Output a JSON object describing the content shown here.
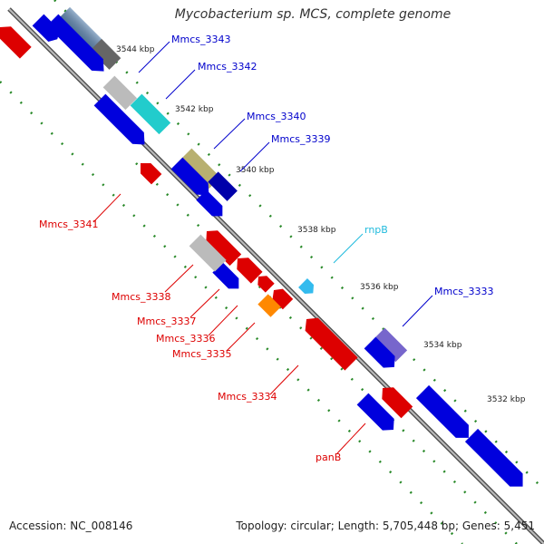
{
  "title": "Mycobacterium sp. MCS, complete genome",
  "footer": {
    "accession": "Accession: NC_008146",
    "topology": "Topology: circular; Length: 5,705,448 bp; Genes: 5,451"
  },
  "colors": {
    "forward_gene": "#0000ee",
    "reverse_gene": "#ee0000",
    "rna_gene": "#33bbee",
    "backbone": "#888888",
    "ticks": "#228822"
  },
  "ruler": [
    "3544 kbp",
    "3542 kbp",
    "3540 kbp",
    "3538 kbp",
    "3536 kbp",
    "3534 kbp",
    "3532 kbp"
  ],
  "gene_labels": [
    {
      "name": "Mmcs_3343",
      "strand": "forward"
    },
    {
      "name": "Mmcs_3342",
      "strand": "forward"
    },
    {
      "name": "Mmcs_3340",
      "strand": "forward"
    },
    {
      "name": "Mmcs_3339",
      "strand": "forward"
    },
    {
      "name": "Mmcs_3341",
      "strand": "reverse"
    },
    {
      "name": "rnpB",
      "strand": "rna"
    },
    {
      "name": "Mmcs_3333",
      "strand": "forward"
    },
    {
      "name": "Mmcs_3338",
      "strand": "reverse"
    },
    {
      "name": "Mmcs_3337",
      "strand": "reverse"
    },
    {
      "name": "Mmcs_3336",
      "strand": "reverse"
    },
    {
      "name": "Mmcs_3335",
      "strand": "reverse"
    },
    {
      "name": "Mmcs_3334",
      "strand": "reverse"
    },
    {
      "name": "panB",
      "strand": "reverse"
    }
  ]
}
